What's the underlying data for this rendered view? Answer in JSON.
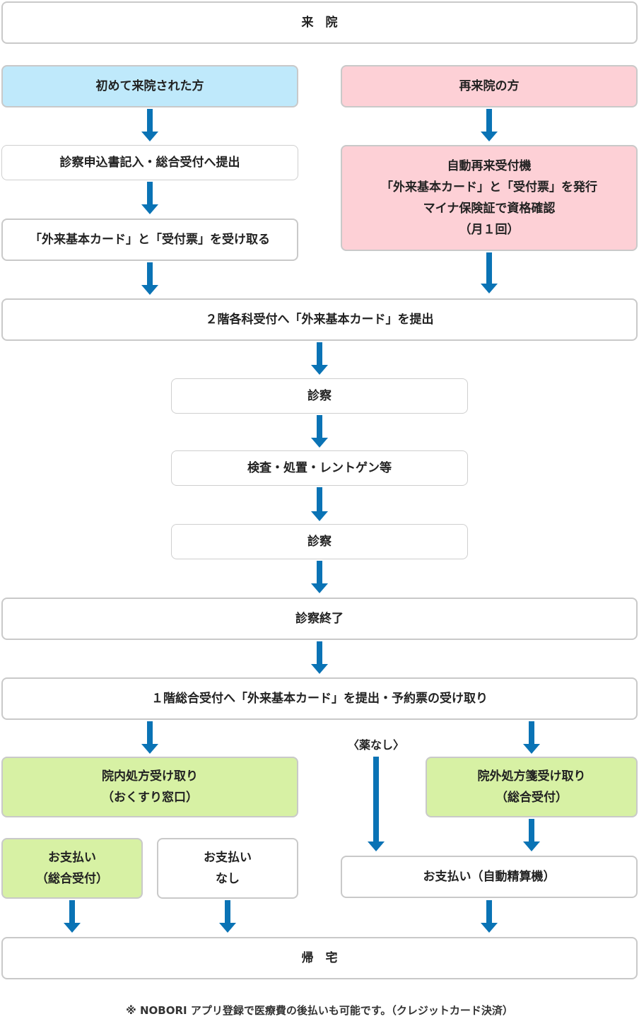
{
  "flow": {
    "arrive": "来　院",
    "first_visit": "初めて来院された方",
    "return_visit": "再来院の方",
    "first_step1": "診察申込書記入・総合受付へ提出",
    "first_step2": "「外来基本カード」と「受付票」を受け取る",
    "return_step": [
      "自動再来受付機",
      "「外来基本カード」と「受付票」を発行",
      "マイナ保険証で資格確認",
      "（月１回）"
    ],
    "floor2": "２階各科受付へ「外来基本カード」を提出",
    "exam1": "診察",
    "tests": "検査・処置・レントゲン等",
    "exam2": "診察",
    "exam_end": "診察終了",
    "floor1": "１階総合受付へ「外来基本カード」を提出・予約票の受け取り",
    "no_medicine": "〈薬なし〉",
    "in_pharmacy": [
      "院内処方受け取り",
      "（おくすり窓口）"
    ],
    "out_prescription": [
      "院外処方箋受け取り",
      "（総合受付）"
    ],
    "pay_general": [
      "お支払い",
      "（総合受付）"
    ],
    "pay_none": [
      "お支払い",
      "なし"
    ],
    "pay_machine": "お支払い（自動精算機）",
    "go_home": "帰　宅"
  },
  "footnote": "※ NOBORI アプリ登録で医療費の後払いも可能です。（クレジットカード決済）",
  "colors": {
    "arrow": "#0a73b5",
    "first_visit_bg": "#bfe9fb",
    "return_visit_bg": "#fdd0d6",
    "pharmacy_bg": "#d7f1a4",
    "border": "#c9c9c9"
  }
}
